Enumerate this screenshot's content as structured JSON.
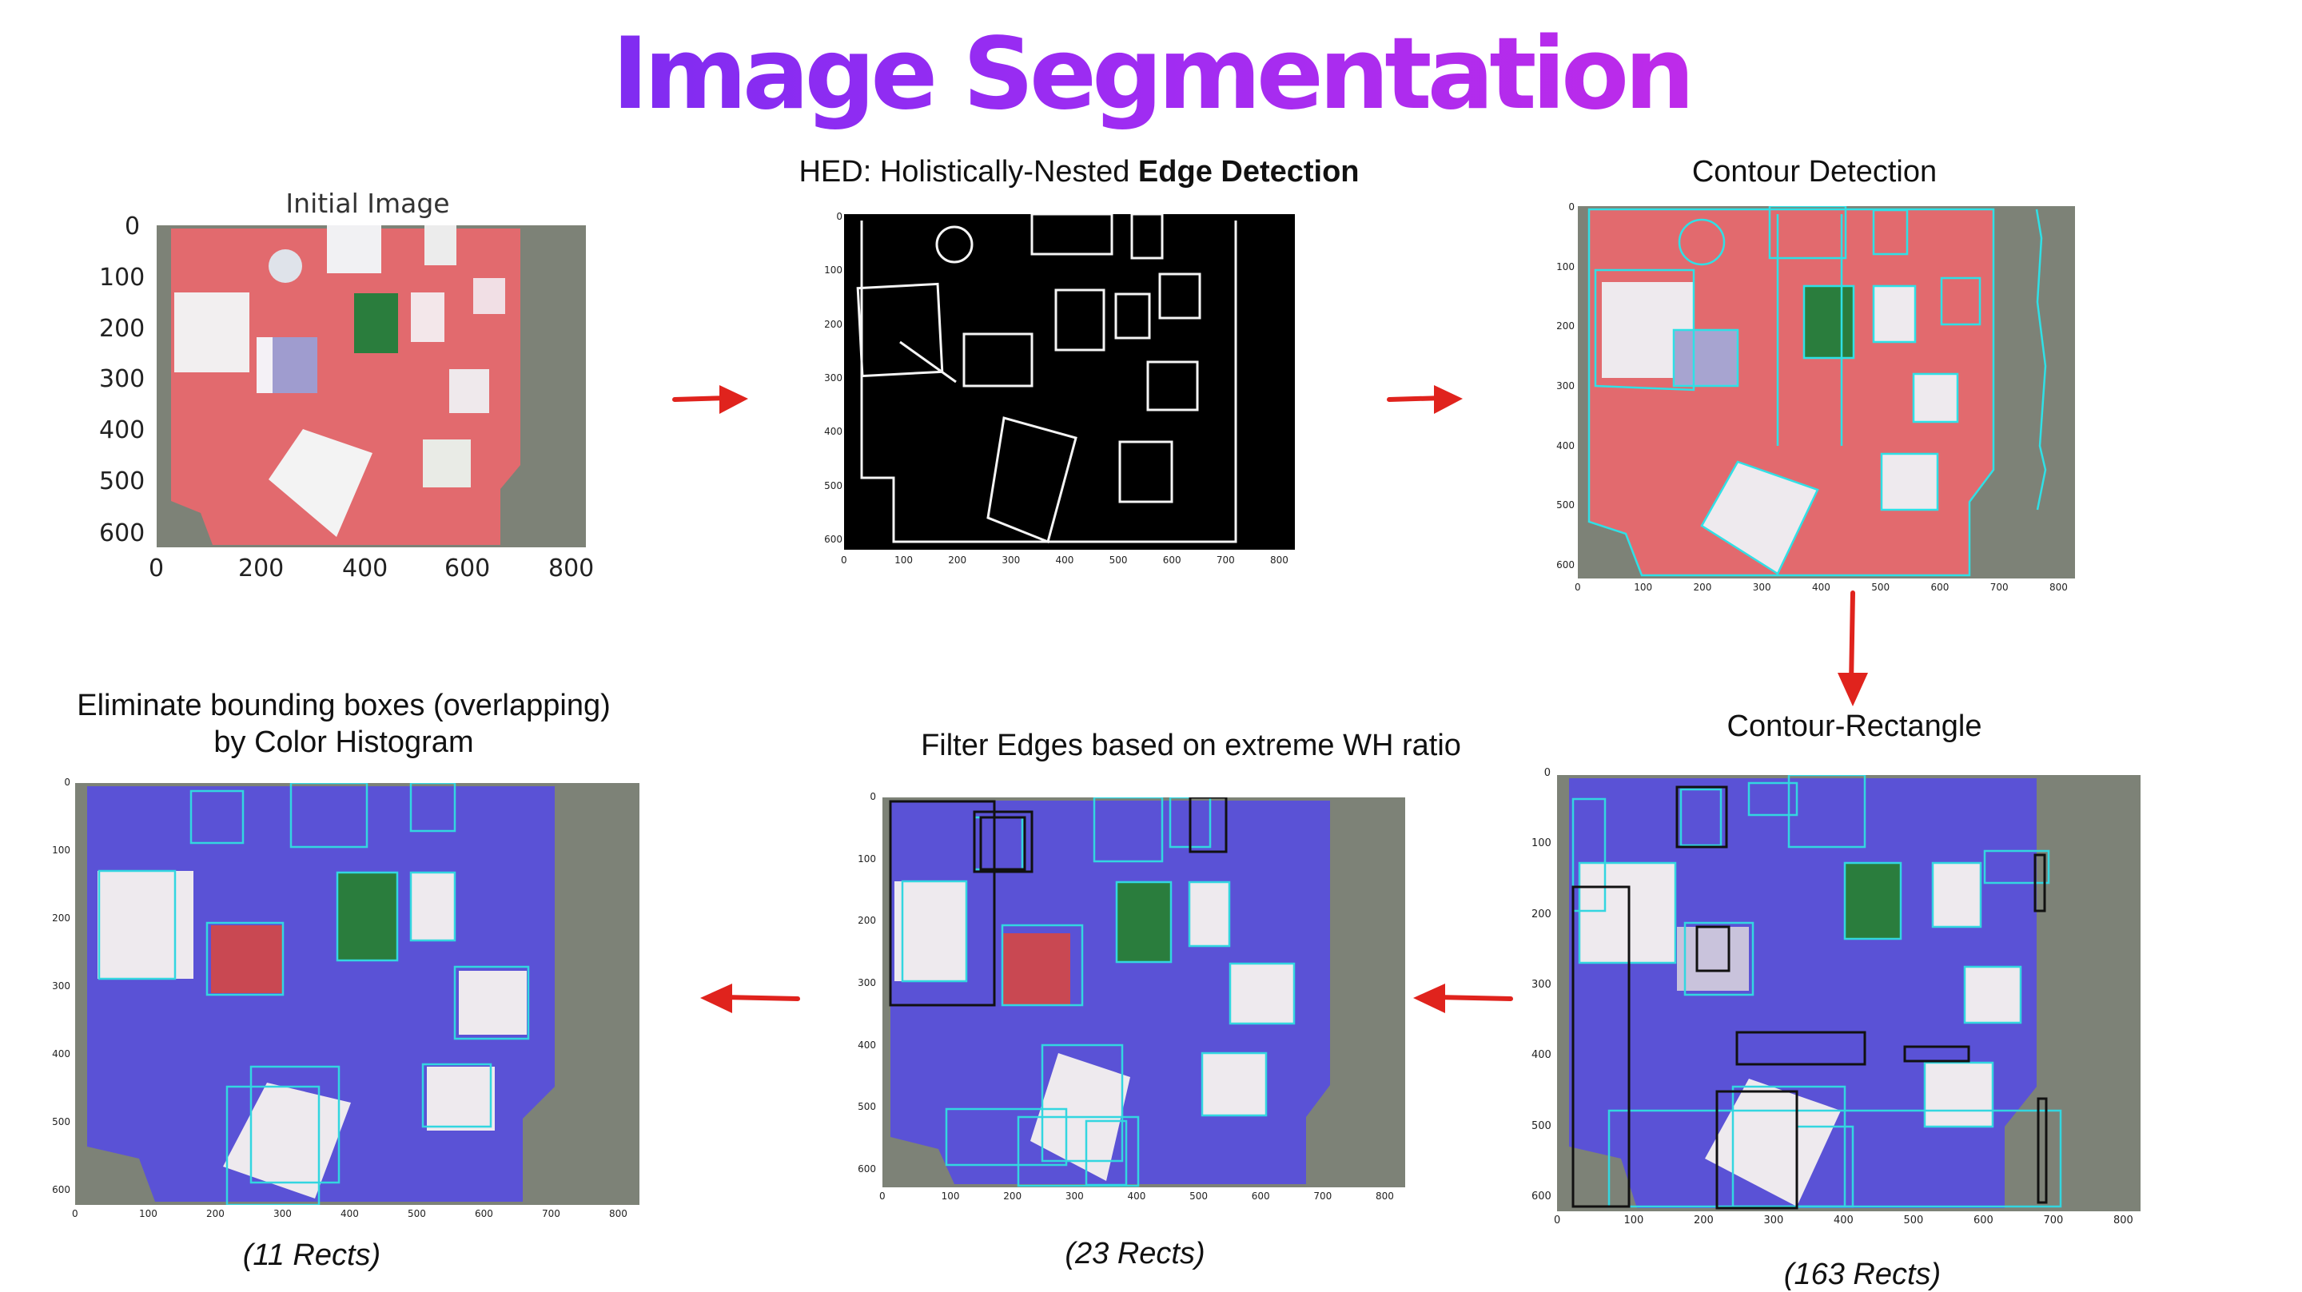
{
  "title": "Image Segmentation",
  "colors": {
    "title_gradient": [
      "#5b2cf0",
      "#e02ae0"
    ],
    "arrow": "#e0231d",
    "box": "#33d6e0",
    "box_dark": "#111111",
    "mask_red": "#e26a6e",
    "mask_blue": "#5a52d6",
    "floor": "#7d8277"
  },
  "stages": [
    {
      "id": "initial",
      "caption": "Initial Image",
      "x_ticks": [
        "0",
        "200",
        "400",
        "600",
        "800"
      ],
      "y_ticks": [
        "0",
        "100",
        "200",
        "300",
        "400",
        "500",
        "600"
      ]
    },
    {
      "id": "hed",
      "caption_plain": "HED: Holistically-Nested ",
      "caption_bold": "Edge Detection",
      "x_ticks": [
        "0",
        "100",
        "200",
        "300",
        "400",
        "500",
        "600",
        "700",
        "800"
      ],
      "y_ticks": [
        "0",
        "100",
        "200",
        "300",
        "400",
        "500",
        "600"
      ]
    },
    {
      "id": "contour",
      "caption": "Contour Detection",
      "x_ticks": [
        "0",
        "100",
        "200",
        "300",
        "400",
        "500",
        "600",
        "700",
        "800"
      ],
      "y_ticks": [
        "0",
        "100",
        "200",
        "300",
        "400",
        "500",
        "600"
      ]
    },
    {
      "id": "contour_rect",
      "caption": "Contour-Rectangle",
      "count": "(163 Rects)",
      "x_ticks": [
        "0",
        "100",
        "200",
        "300",
        "400",
        "500",
        "600",
        "700",
        "800"
      ],
      "y_ticks": [
        "0",
        "100",
        "200",
        "300",
        "400",
        "500",
        "600"
      ]
    },
    {
      "id": "filter",
      "caption": "Filter Edges based on extreme WH ratio",
      "count": "(23 Rects)",
      "x_ticks": [
        "0",
        "100",
        "200",
        "300",
        "400",
        "500",
        "600",
        "700",
        "800"
      ],
      "y_ticks": [
        "0",
        "100",
        "200",
        "300",
        "400",
        "500",
        "600"
      ]
    },
    {
      "id": "histogram",
      "caption_line1": "Eliminate bounding boxes (overlapping)",
      "caption_line2": "by Color Histogram",
      "count": "(11 Rects)",
      "x_ticks": [
        "0",
        "100",
        "200",
        "300",
        "400",
        "500",
        "600",
        "700",
        "800"
      ],
      "y_ticks": [
        "0",
        "100",
        "200",
        "300",
        "400",
        "500",
        "600"
      ]
    }
  ]
}
